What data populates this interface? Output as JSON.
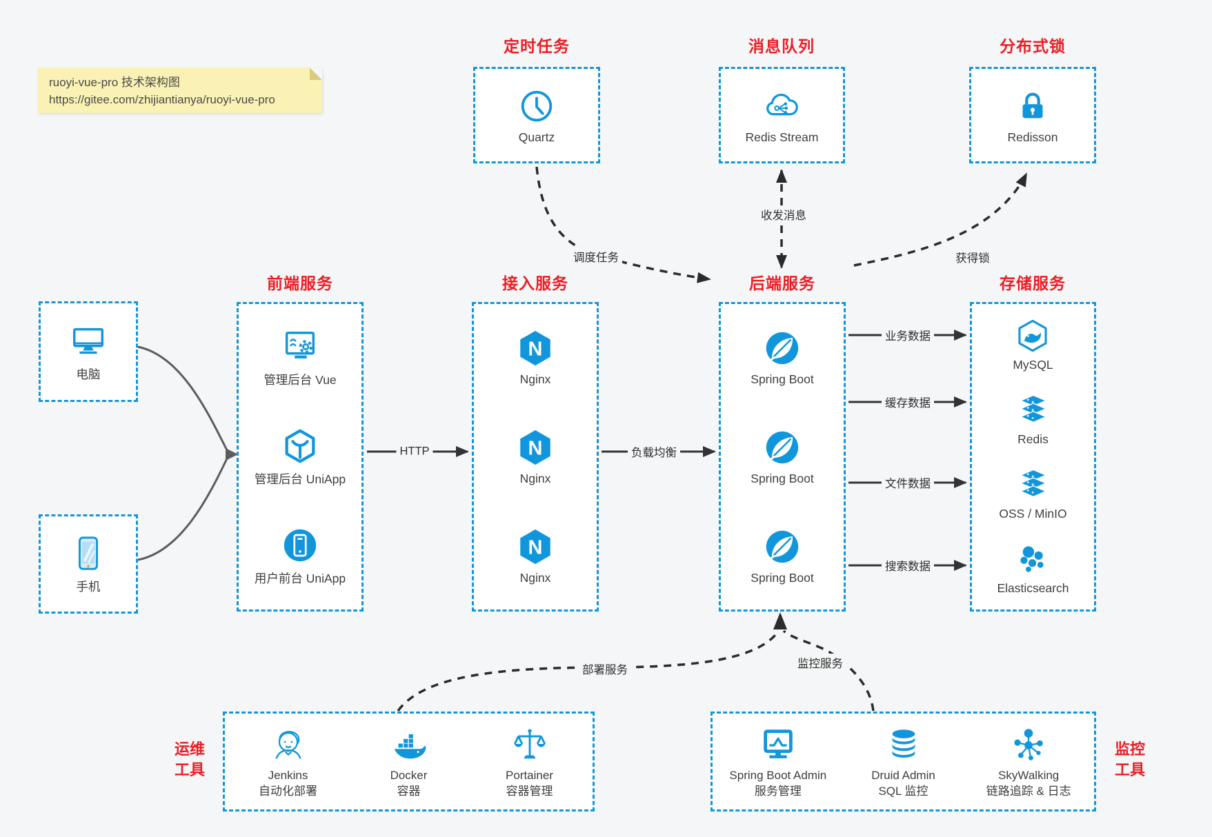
{
  "note": {
    "line1": "ruoyi-vue-pro 技术架构图",
    "line2": "https://gitee.com/zhijiantianya/ruoyi-vue-pro"
  },
  "top_groups": [
    {
      "title": "定时任务",
      "item": {
        "icon": "clock-icon",
        "label": "Quartz"
      }
    },
    {
      "title": "消息队列",
      "item": {
        "icon": "cloud-stream-icon",
        "label": "Redis Stream"
      }
    },
    {
      "title": "分布式锁",
      "item": {
        "icon": "lock-icon",
        "label": "Redisson"
      }
    }
  ],
  "clients": [
    {
      "icon": "desktop-icon",
      "label": "电脑"
    },
    {
      "icon": "mobile-icon",
      "label": "手机"
    }
  ],
  "columns": [
    {
      "title": "前端服务",
      "items": [
        {
          "icon": "admin-vue-icon",
          "label": "管理后台 Vue"
        },
        {
          "icon": "uniapp-cube-icon",
          "label": "管理后台 UniApp"
        },
        {
          "icon": "user-app-icon",
          "label": "用户前台 UniApp"
        }
      ]
    },
    {
      "title": "接入服务",
      "items": [
        {
          "icon": "nginx-icon",
          "label": "Nginx"
        },
        {
          "icon": "nginx-icon",
          "label": "Nginx"
        },
        {
          "icon": "nginx-icon",
          "label": "Nginx"
        }
      ]
    },
    {
      "title": "后端服务",
      "items": [
        {
          "icon": "spring-icon",
          "label": "Spring Boot"
        },
        {
          "icon": "spring-icon",
          "label": "Spring Boot"
        },
        {
          "icon": "spring-icon",
          "label": "Spring Boot"
        }
      ]
    },
    {
      "title": "存储服务",
      "items": [
        {
          "icon": "mysql-icon",
          "label": "MySQL"
        },
        {
          "icon": "redis-stack-icon",
          "label": "Redis"
        },
        {
          "icon": "oss-stack-icon",
          "label": "OSS / MinIO"
        },
        {
          "icon": "elasticsearch-icon",
          "label": "Elasticsearch"
        }
      ]
    }
  ],
  "bottom_groups": [
    {
      "side_line1": "运维",
      "side_line2": "工具",
      "items": [
        {
          "icon": "jenkins-icon",
          "line1": "Jenkins",
          "line2": "自动化部署"
        },
        {
          "icon": "docker-icon",
          "line1": "Docker",
          "line2": "容器"
        },
        {
          "icon": "portainer-icon",
          "line1": "Portainer",
          "line2": "容器管理"
        }
      ]
    },
    {
      "side_line1": "监控",
      "side_line2": "工具",
      "items": [
        {
          "icon": "spring-boot-admin-icon",
          "line1": "Spring Boot Admin",
          "line2": "服务管理"
        },
        {
          "icon": "druid-icon",
          "line1": "Druid Admin",
          "line2": "SQL 监控"
        },
        {
          "icon": "skywalking-icon",
          "line1": "SkyWalking",
          "line2": "链路追踪 & 日志"
        }
      ]
    }
  ],
  "edges": {
    "http": "HTTP",
    "load_balance": "负载均衡",
    "schedule_task": "调度任务",
    "send_receive_message": "收发消息",
    "acquire_lock": "获得锁",
    "business_data": "业务数据",
    "cache_data": "缓存数据",
    "file_data": "文件数据",
    "search_data": "搜索数据",
    "deploy_service": "部署服务",
    "monitor_service": "监控服务"
  },
  "colors": {
    "accent_blue": "#1296db",
    "title_red": "#ed1c24",
    "background": "#f5f6f7",
    "note_yellow": "#f9f2b4",
    "line_dark": "#333333",
    "line_gray": "#5c5c5c"
  }
}
